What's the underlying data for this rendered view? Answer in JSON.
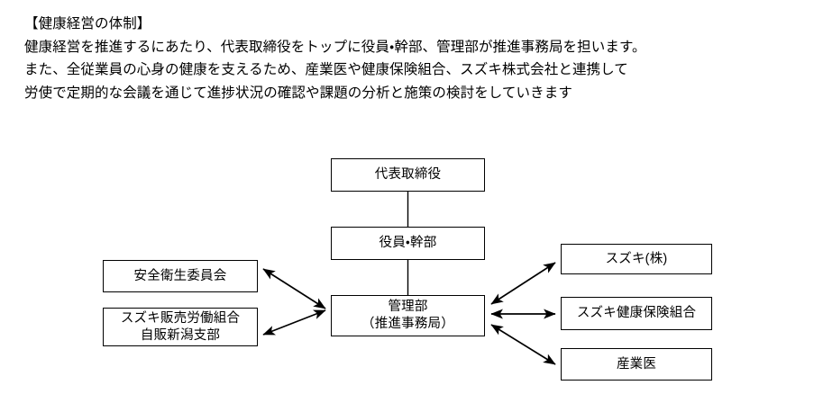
{
  "intro": {
    "heading": "【健康経営の体制】",
    "lines": [
      "健康経営を推進するにあたり、代表取締役をトップに役員・幹部、管理部が推進事務局を担います。",
      "また、全従業員の心身の健康を支えるため、産業医や健康保険組合、スズキ株式会社と連携して",
      "労使で定期的な会議を通じて進捗状況の確認や課題の分析と施策の検討をしていきます"
    ]
  },
  "diagram": {
    "type": "org-chart",
    "colors": {
      "background": "#ffffff",
      "box_border": "#000000",
      "text": "#000000",
      "connector": "#000000"
    },
    "nodes": {
      "ceo": {
        "label": "代表取締役"
      },
      "exec": {
        "label": "役員・幹部"
      },
      "admin": {
        "line1": "管理部",
        "line2": "（推進事務局）"
      },
      "safety": {
        "label": "安全衛生委員会"
      },
      "union": {
        "line1": "スズキ販売労働組合",
        "line2": "自販新潟支部"
      },
      "suzuki": {
        "label": "スズキ(株)"
      },
      "kenpo": {
        "label": "スズキ健康保険組合"
      },
      "doctor": {
        "label": "産業医"
      }
    },
    "connectors": [
      {
        "name": "ceo-to-exec",
        "from": "ceo",
        "to": "exec",
        "style": "plain-line"
      },
      {
        "name": "exec-to-admin",
        "from": "exec",
        "to": "admin",
        "style": "plain-line"
      },
      {
        "name": "safety-to-admin",
        "from": "safety",
        "to": "admin",
        "style": "double-arrow"
      },
      {
        "name": "union-to-admin",
        "from": "union",
        "to": "admin",
        "style": "double-arrow"
      },
      {
        "name": "admin-to-suzuki",
        "from": "admin",
        "to": "suzuki",
        "style": "double-arrow"
      },
      {
        "name": "admin-to-kenpo",
        "from": "admin",
        "to": "kenpo",
        "style": "double-arrow"
      },
      {
        "name": "admin-to-doctor",
        "from": "admin",
        "to": "doctor",
        "style": "double-arrow"
      }
    ]
  }
}
